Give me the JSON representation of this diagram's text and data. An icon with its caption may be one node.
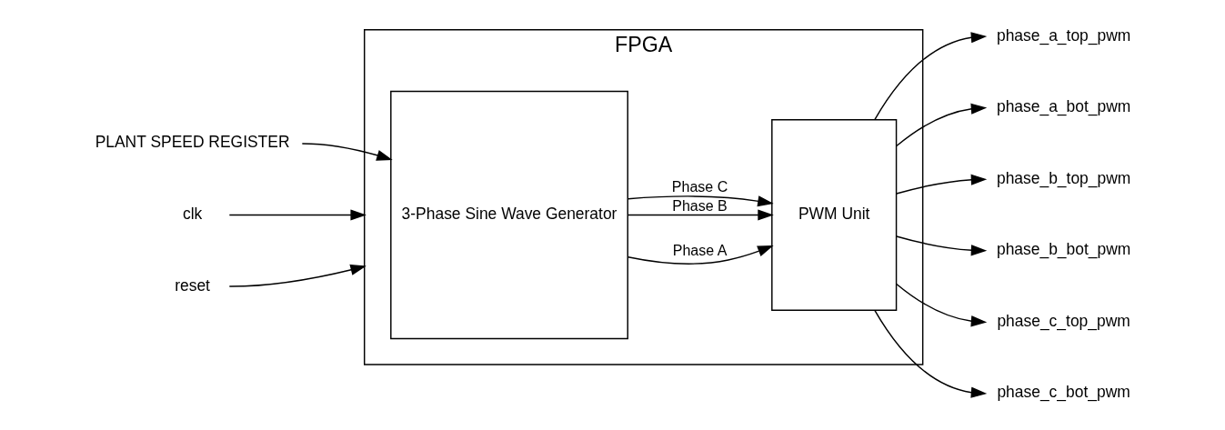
{
  "diagram": {
    "nodes": [
      {
        "text": [
          "FPGA"
        ]
      },
      {
        "text": [
          "3-Phase Sine Wave Generator"
        ],
        "in": 0
      },
      {
        "text": [
          "PWM Unit"
        ],
        "in": 0
      },
      {
        "text": [
          "PLANT SPEED REGISTER"
        ]
      },
      {
        "text": [
          "clk"
        ]
      },
      {
        "text": [
          "reset"
        ]
      },
      {
        "text": [
          "phase_a_top_pwm"
        ]
      },
      {
        "text": [
          "phase_a_bot_pwm"
        ]
      },
      {
        "text": [
          "phase_b_top_pwm"
        ]
      },
      {
        "text": [
          "phase_b_bot_pwm"
        ]
      },
      {
        "text": [
          "phase_c_top_pwm"
        ]
      },
      {
        "text": [
          "phase_c_bot_pwm"
        ]
      }
    ],
    "edges": [
      {
        "from": 4,
        "to": 0,
        "arrow": "to"
      },
      {
        "from": 5,
        "to": 0,
        "arrow": "to"
      },
      {
        "from": 3,
        "to": 1,
        "arrow": "to"
      },
      {
        "from": 1,
        "to": 2,
        "arrow": "to",
        "label": "Phase A"
      },
      {
        "from": 1,
        "to": 2,
        "arrow": "to",
        "label": "Phase B"
      },
      {
        "from": 1,
        "to": 2,
        "arrow": "to",
        "label": "Phase C"
      },
      {
        "from": 2,
        "to": 6,
        "arrow": "to"
      },
      {
        "from": 2,
        "to": 7,
        "arrow": "to"
      },
      {
        "from": 2,
        "to": 8,
        "arrow": "to"
      },
      {
        "from": 2,
        "to": 9,
        "arrow": "to"
      },
      {
        "from": 2,
        "to": 10,
        "arrow": "to"
      },
      {
        "from": 2,
        "to": 11,
        "arrow": "to"
      }
    ]
  }
}
